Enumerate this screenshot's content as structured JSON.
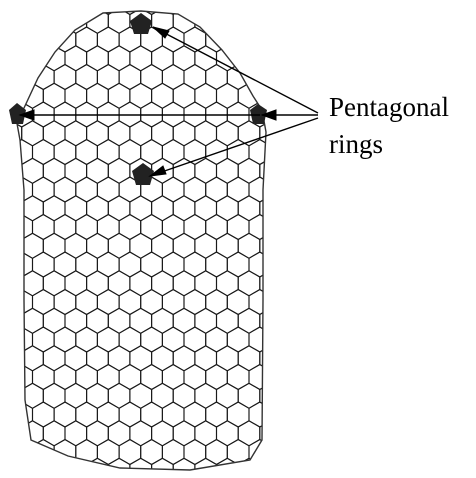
{
  "figure": {
    "subject": "capped-carbon-nanotube",
    "lattice_color": "#1a1a1a",
    "pentagon_color": "#222222",
    "arrow_color": "#000000",
    "background": "#ffffff"
  },
  "annotation": {
    "label": "Pentagonal\nrings",
    "pentagon_count": 4
  }
}
